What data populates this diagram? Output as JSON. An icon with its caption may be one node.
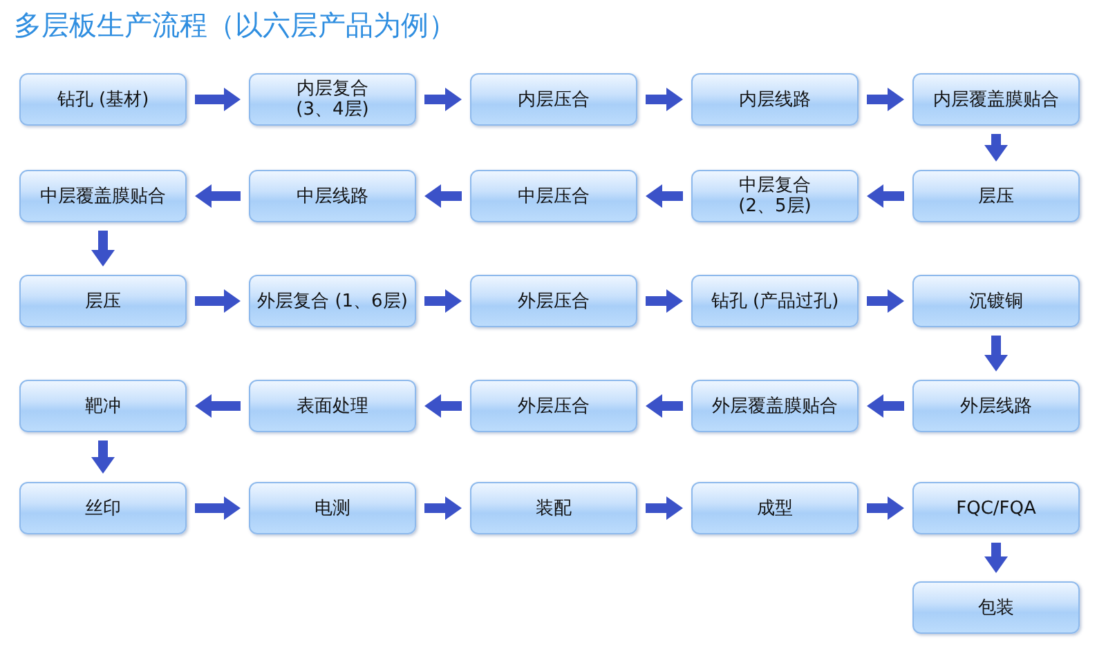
{
  "diagram": {
    "title": "多层板生产流程（以六层产品为例）",
    "nodes": [
      {
        "text": [
          "钻孔 (基材)"
        ]
      },
      {
        "text": [
          "内层复合(3、4层)"
        ]
      },
      {
        "text": [
          "内层压合"
        ]
      },
      {
        "text": [
          "内层线路"
        ]
      },
      {
        "text": [
          "内层覆盖膜贴合"
        ]
      },
      {
        "text": [
          "中层覆盖膜贴合"
        ]
      },
      {
        "text": [
          "中层线路"
        ]
      },
      {
        "text": [
          "中层压合"
        ]
      },
      {
        "text": [
          "中层复合(2、5层)"
        ]
      },
      {
        "text": [
          "层压"
        ]
      },
      {
        "text": [
          "层压"
        ]
      },
      {
        "text": [
          "外层复合 (1、6层)"
        ]
      },
      {
        "text": [
          "外层压合"
        ]
      },
      {
        "text": [
          "钻孔 (产品过孔)"
        ]
      },
      {
        "text": [
          "沉镀铜"
        ]
      },
      {
        "text": [
          "靶冲"
        ]
      },
      {
        "text": [
          "表面处理"
        ]
      },
      {
        "text": [
          "外层压合"
        ]
      },
      {
        "text": [
          "外层覆盖膜贴合"
        ]
      },
      {
        "text": [
          "外层线路"
        ]
      },
      {
        "text": [
          "丝印"
        ]
      },
      {
        "text": [
          "电测"
        ]
      },
      {
        "text": [
          "装配"
        ]
      },
      {
        "text": [
          "成型"
        ]
      },
      {
        "text": [
          "FQC/FQA"
        ]
      },
      {
        "text": [
          "包装"
        ]
      }
    ],
    "edges": [
      {
        "from": 0,
        "to": 1,
        "arrow": "to"
      },
      {
        "from": 1,
        "to": 2,
        "arrow": "to"
      },
      {
        "from": 2,
        "to": 3,
        "arrow": "to"
      },
      {
        "from": 3,
        "to": 4,
        "arrow": "to"
      },
      {
        "from": 4,
        "to": 9,
        "arrow": "to"
      },
      {
        "from": 9,
        "to": 8,
        "arrow": "to"
      },
      {
        "from": 8,
        "to": 7,
        "arrow": "to"
      },
      {
        "from": 7,
        "to": 6,
        "arrow": "to"
      },
      {
        "from": 6,
        "to": 5,
        "arrow": "to"
      },
      {
        "from": 5,
        "to": 10,
        "arrow": "to"
      },
      {
        "from": 10,
        "to": 11,
        "arrow": "to"
      },
      {
        "from": 11,
        "to": 12,
        "arrow": "to"
      },
      {
        "from": 12,
        "to": 13,
        "arrow": "to"
      },
      {
        "from": 13,
        "to": 14,
        "arrow": "to"
      },
      {
        "from": 14,
        "to": 19,
        "arrow": "to"
      },
      {
        "from": 19,
        "to": 18,
        "arrow": "to"
      },
      {
        "from": 18,
        "to": 17,
        "arrow": "to"
      },
      {
        "from": 17,
        "to": 16,
        "arrow": "to"
      },
      {
        "from": 16,
        "to": 15,
        "arrow": "to"
      },
      {
        "from": 15,
        "to": 20,
        "arrow": "to"
      },
      {
        "from": 20,
        "to": 21,
        "arrow": "to"
      },
      {
        "from": 21,
        "to": 22,
        "arrow": "to"
      },
      {
        "from": 22,
        "to": 23,
        "arrow": "to"
      },
      {
        "from": 23,
        "to": 24,
        "arrow": "to"
      },
      {
        "from": 24,
        "to": 25,
        "arrow": "to"
      }
    ]
  }
}
